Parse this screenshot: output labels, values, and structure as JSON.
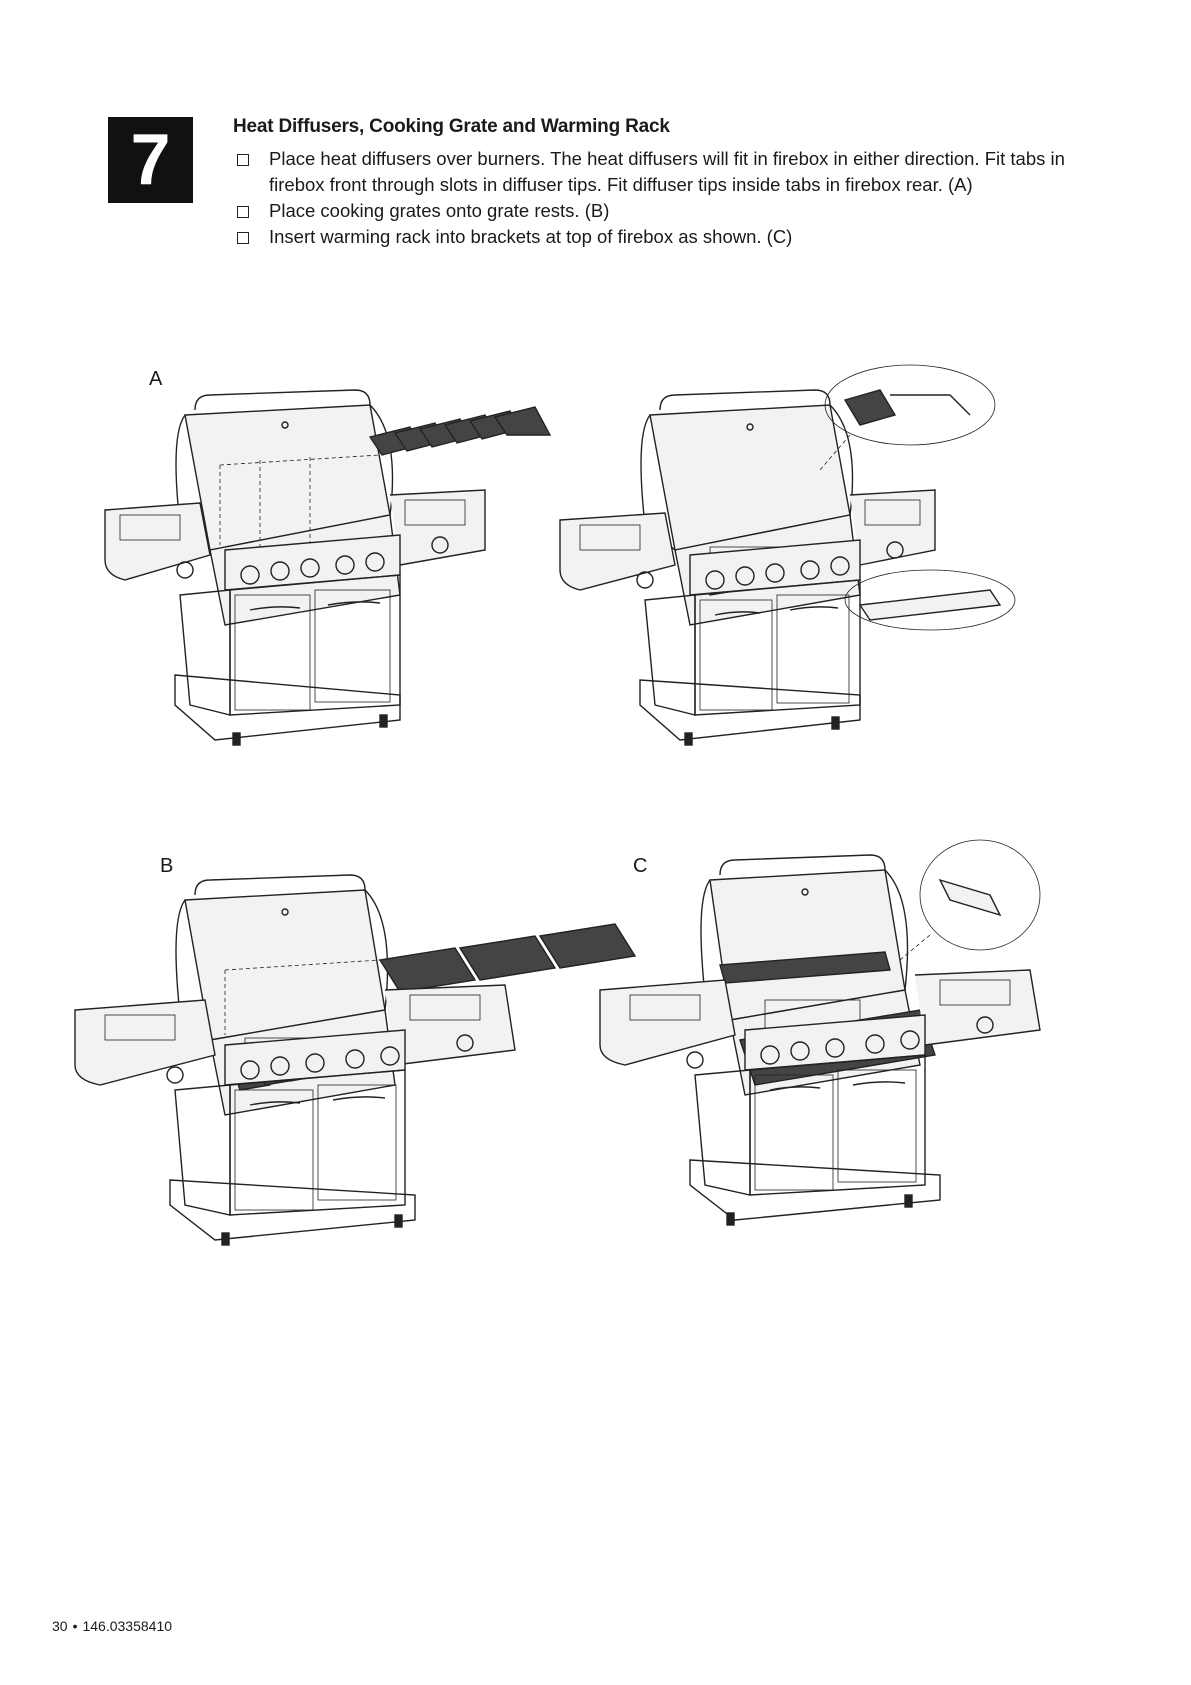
{
  "step": {
    "number": "7"
  },
  "title": "Heat Diffusers, Cooking Grate and Warming Rack",
  "instructions": [
    "Place heat diffusers over burners. The heat diffusers will fit in firebox in either direction. Fit tabs in firebox front through slots in diffuser tips. Fit diffuser tips inside tabs in firebox rear. (A)",
    "Place cooking grates onto grate rests. (B)",
    "Insert warming rack into brackets at top of firebox as shown. (C)"
  ],
  "figures": {
    "a_label": "A",
    "b_label": "B",
    "c_label": "C"
  },
  "footer": {
    "page": "30",
    "separator": "•",
    "model": "146.03358410"
  }
}
